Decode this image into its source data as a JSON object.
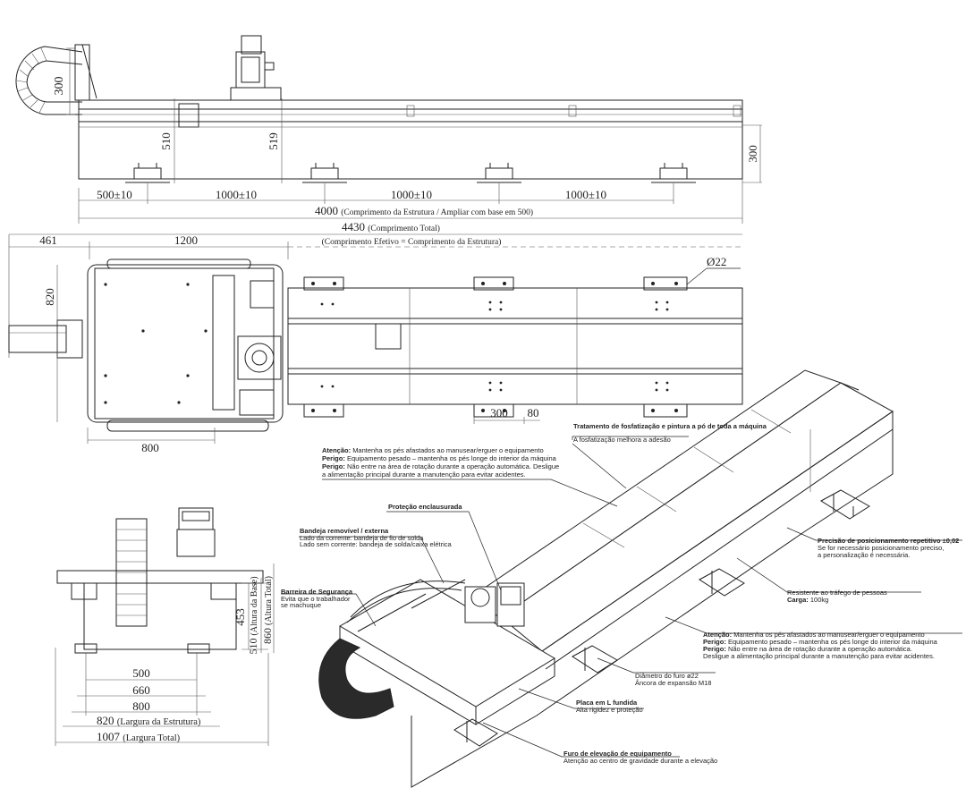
{
  "dims": {
    "d300_chain": "300",
    "d510": "510",
    "d519": "519",
    "d300_right": "300",
    "d500_10": "500±10",
    "d1000_a": "1000±10",
    "d1000_b": "1000±10",
    "d1000_c": "1000±10",
    "d4000": "4000",
    "d4000_note": "(Comprimento da Estrutura / Ampliar com base em 500)",
    "d4430": "4430",
    "d4430_note": "(Comprimento Total)",
    "d461": "461",
    "d1200": "1200",
    "effective_note": "(Comprimento Efetivo = Comprimento da Estrutura)",
    "d820_top": "820",
    "d_phi22": "Ø22",
    "d800_top": "800",
    "d300_bot": "300",
    "d80": "80",
    "d453": "453",
    "d510_side": "510",
    "d510_side_note": "(Altura da Base)",
    "d860": "860",
    "d860_note": "(Altura Total)",
    "d500_side": "500",
    "d660": "660",
    "d800_side": "800",
    "d820_side": "820",
    "d820_side_note": "(Largura da Estrutura)",
    "d1007": "1007",
    "d1007_note": "(Largura Total)"
  },
  "callouts": {
    "paint_title": "Tratamento de fosfatização e pintura a pó de toda a máquina",
    "paint_body": "A fosfatização melhora a adesão",
    "warn1_a_bold": "Atenção:",
    "warn1_a": "Mantenha os pés afastados ao manusear/erguer o equipamento",
    "warn1_b_bold": "Perigo:",
    "warn1_b": "Equipamento pesado – mantenha os pés longe do interior da máquina",
    "warn1_c_bold": "Perigo:",
    "warn1_c": "Não entre na área de rotação durante a operação automática. Desligue",
    "warn1_d": "a alimentação principal durante a manutenção para evitar acidentes.",
    "enclosed": "Proteção enclausurada",
    "tray_title": "Bandeja removível / externa",
    "tray_l1": "Lado da corrente: bandeja de fio de solda",
    "tray_l2": "Lado sem corrente: bandeja de solda/caixa elétrica",
    "barrier_title": "Barreira de Segurança",
    "barrier_l1": "Evita que o trabalhador",
    "barrier_l2": "se machuque",
    "precision_title": "Precisão de posicionamento repetitivo ±0,02",
    "precision_l1": "Se for necessário posicionamento preciso,",
    "precision_l2": "a personalização é necessária.",
    "traffic_l1": "Resistente ao tráfego de pessoas",
    "traffic_l2_bold": "Carga:",
    "traffic_l2": "100kg",
    "warn2_a_bold": "Atenção:",
    "warn2_a": "Mantenha os pés afastados ao manusear/erguer o equipamento",
    "warn2_b_bold": "Perigo:",
    "warn2_b": "Equipamento pesado – mantenha os pés longe do interior da máquina",
    "warn2_c_bold": "Perigo:",
    "warn2_c": "Não entre na área de rotação durante a operação automática.",
    "warn2_d": "Desligue a alimentação principal durante a manutenção para evitar acidentes.",
    "hole_l1": "Diâmetro do furo ø22",
    "hole_l2": "Âncora de expansão M18",
    "plate_title": "Placa em L fundida",
    "plate_l1": "Alta rigidez e proteção",
    "lift_title": "Furo de elevação de equipamento",
    "lift_l1": "Atenção ao centro de gravidade durante a elevação"
  }
}
